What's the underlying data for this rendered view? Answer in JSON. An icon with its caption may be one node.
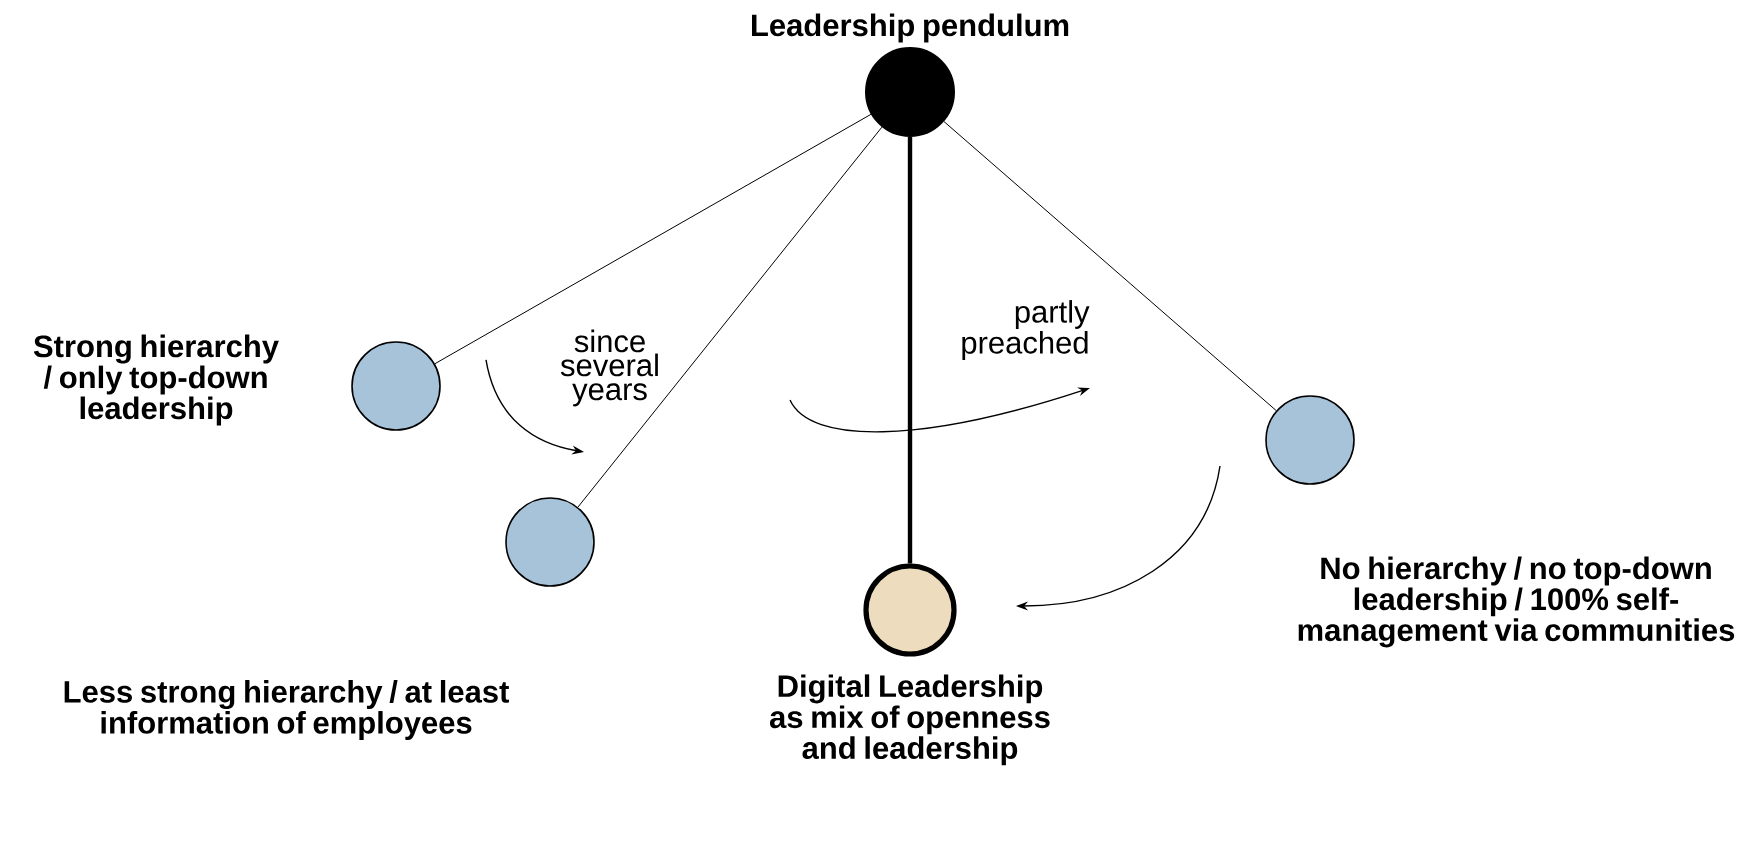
{
  "diagram": {
    "nodes": [
      {
        "text": [
          "Leadership pendulum"
        ]
      },
      {
        "text": [
          "Strong hierarchy / only top-down leadership"
        ]
      },
      {
        "text": [
          "Less strong hierarchy / at least information of employees"
        ]
      },
      {
        "text": [
          "Digital Leadership as mix of openness and leadership"
        ]
      },
      {
        "text": [
          "No hierarchy / no top-down leadership / 100% self-management via communities"
        ]
      }
    ],
    "edges": [
      {
        "from": 0,
        "to": 1,
        "arrow": "none"
      },
      {
        "from": 0,
        "to": 2,
        "arrow": "none"
      },
      {
        "from": 0,
        "to": 3,
        "arrow": "none",
        "style": "thick"
      },
      {
        "from": 0,
        "to": 4,
        "arrow": "none"
      }
    ],
    "labels": [
      "since several years",
      "partly preached"
    ]
  }
}
